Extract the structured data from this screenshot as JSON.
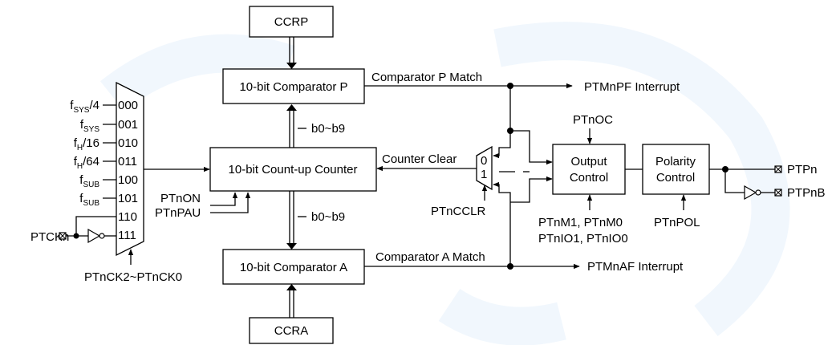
{
  "blocks": {
    "ccrp": "CCRP",
    "ccra": "CCRA",
    "comparator_p": "10-bit Comparator P",
    "comparator_a": "10-bit Comparator A",
    "counter": "10-bit Count-up Counter",
    "output_control_1": "Output",
    "output_control_2": "Control",
    "polarity_control_1": "Polarity",
    "polarity_control_2": "Control"
  },
  "mux_inputs": [
    {
      "code": "000",
      "main": "f",
      "sub": "SYS",
      "suffix": "/4"
    },
    {
      "code": "001",
      "main": "f",
      "sub": "SYS",
      "suffix": ""
    },
    {
      "code": "010",
      "main": "f",
      "sub": "H",
      "suffix": "/16"
    },
    {
      "code": "011",
      "main": "f",
      "sub": "H",
      "suffix": "/64"
    },
    {
      "code": "100",
      "main": "f",
      "sub": "SUB",
      "suffix": ""
    },
    {
      "code": "101",
      "main": "f",
      "sub": "SUB",
      "suffix": ""
    },
    {
      "code": "110",
      "main": "",
      "sub": "",
      "suffix": ""
    },
    {
      "code": "111",
      "main": "",
      "sub": "",
      "suffix": ""
    }
  ],
  "clr_mux": {
    "in0": "0",
    "in1": "1"
  },
  "signals": {
    "ptckn": "PTCKn",
    "ptnck": "PTnCK2~PTnCK0",
    "ptnon": "PTnON",
    "ptnpau": "PTnPAU",
    "bus_top": "b0~b9",
    "bus_bottom": "b0~b9",
    "cmp_p_match": "Comparator P Match",
    "cmp_a_match": "Comparator A Match",
    "ptmnpf": "PTMnPF Interrupt",
    "ptmnaf": "PTMnAF Interrupt",
    "counter_clear": "Counter Clear",
    "ptncclr": "PTnCCLR",
    "ptnoc": "PTnOC",
    "ptnm": "PTnM1, PTnM0",
    "ptnio": "PTnIO1, PTnIO0",
    "ptnpol": "PTnPOL",
    "ptpn": "PTPn",
    "ptpnb": "PTPnB"
  },
  "colors": {
    "line": "#000000",
    "watermark": "#7ab0e8"
  }
}
